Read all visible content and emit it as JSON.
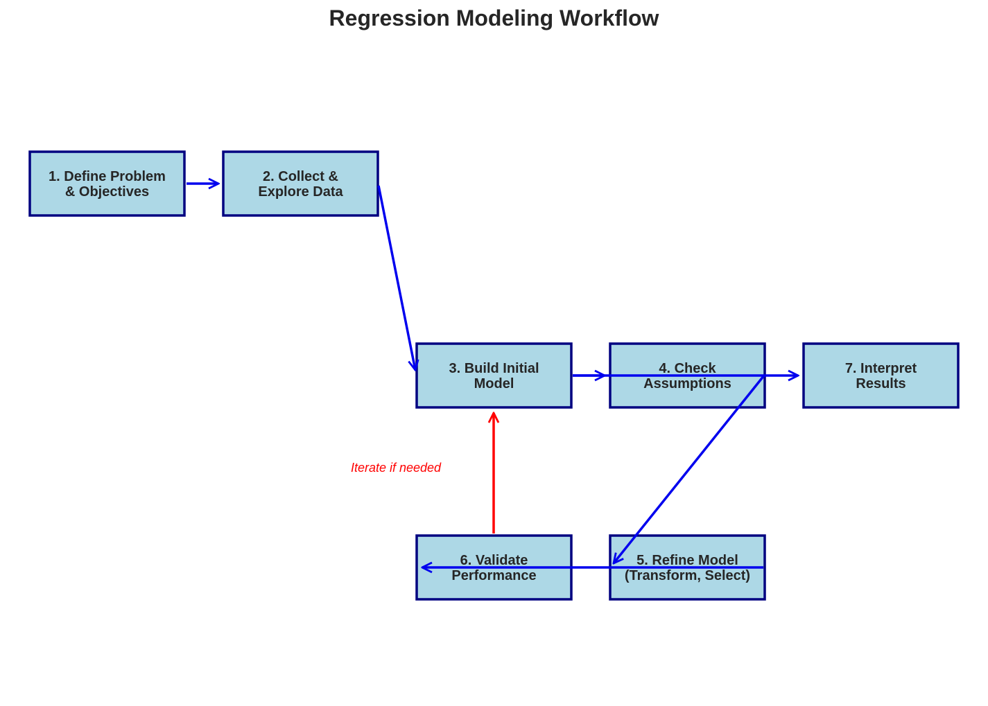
{
  "title": "Regression Modeling Workflow",
  "colors": {
    "node_fill": "#add8e6",
    "node_border": "#000080",
    "main_arrow": "#0000ee",
    "loop_arrow": "#ff0000",
    "text": "#262626"
  },
  "nodes": [
    {
      "id": "n1",
      "lines": [
        "1. Define Problem",
        "& Objectives"
      ]
    },
    {
      "id": "n2",
      "lines": [
        "2. Collect &",
        "Explore Data"
      ]
    },
    {
      "id": "n3",
      "lines": [
        "3. Build Initial",
        "Model"
      ]
    },
    {
      "id": "n4",
      "lines": [
        "4. Check",
        "Assumptions"
      ]
    },
    {
      "id": "n5",
      "lines": [
        "5. Refine Model",
        "(Transform, Select)"
      ]
    },
    {
      "id": "n6",
      "lines": [
        "6. Validate",
        "Performance"
      ]
    },
    {
      "id": "n7",
      "lines": [
        "7. Interpret",
        "Results"
      ]
    }
  ],
  "edges": [
    {
      "from": "n1",
      "to": "n2",
      "kind": "main"
    },
    {
      "from": "n2",
      "to": "n3",
      "kind": "main"
    },
    {
      "from": "n3",
      "to": "n4",
      "kind": "main"
    },
    {
      "from": "n4",
      "to": "n7",
      "kind": "main"
    },
    {
      "from": "n4",
      "to": "n5",
      "kind": "main"
    },
    {
      "from": "n5",
      "to": "n6",
      "kind": "main"
    },
    {
      "from": "n6",
      "to": "n3",
      "kind": "loop"
    }
  ],
  "loop_note": "Iterate if needed"
}
